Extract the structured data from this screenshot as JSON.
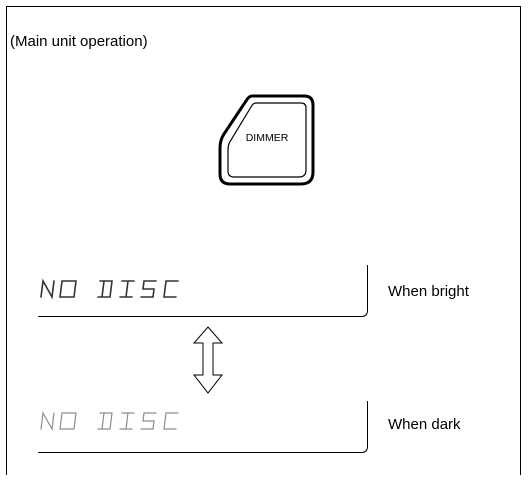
{
  "caption": "(Main unit operation)",
  "dimmer_button": {
    "label": "DIMMER"
  },
  "states": [
    {
      "display_text": "NO DISC",
      "label": "When bright"
    },
    {
      "display_text": "NO DISC",
      "label": "When dark"
    }
  ],
  "colors": {
    "bright_segment": "#333333",
    "dark_segment": "#8c8c8c"
  }
}
